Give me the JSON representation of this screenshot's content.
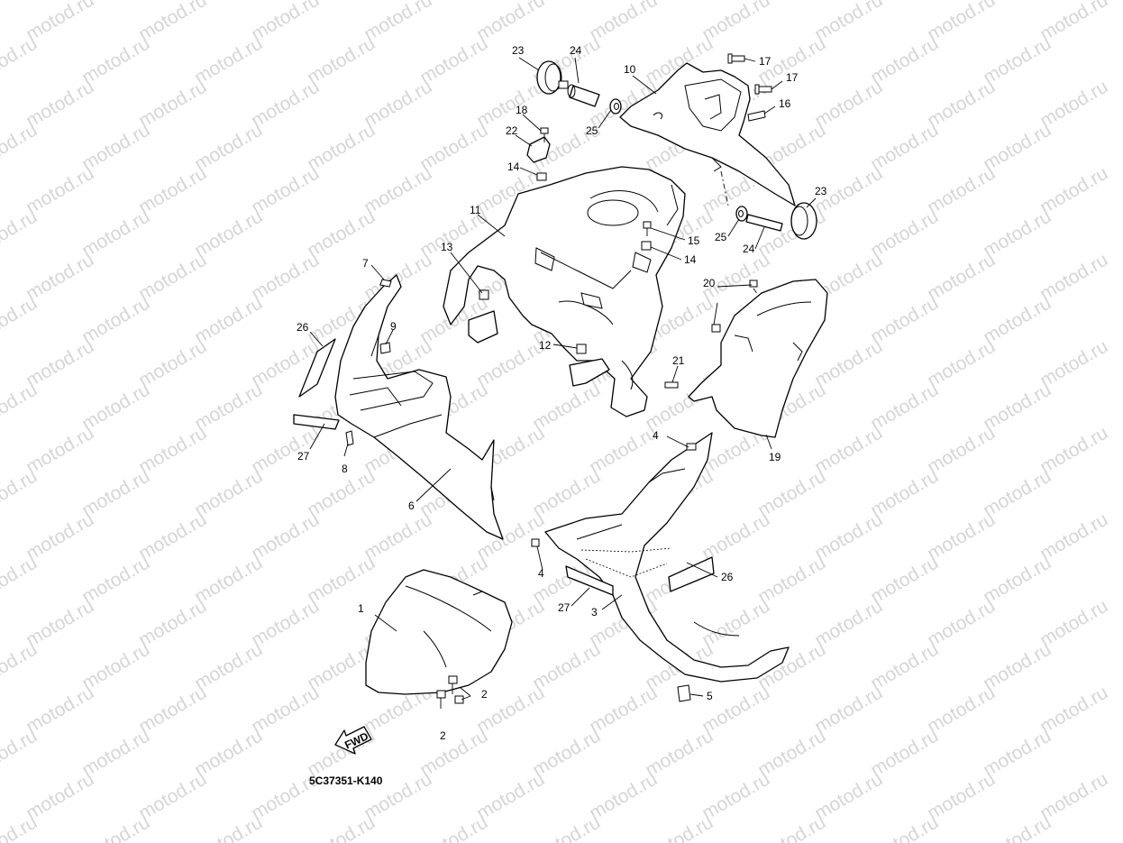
{
  "watermark": {
    "text": "motod.ru",
    "color": "#d6d6d6"
  },
  "diagram_code": "5C37351-K140",
  "direction_badge": "FWD",
  "callouts": {
    "c1": "1",
    "c2a": "2",
    "c2b": "2",
    "c3": "3",
    "c4a": "4",
    "c4b": "4",
    "c5": "5",
    "c6": "6",
    "c7": "7",
    "c8": "8",
    "c9": "9",
    "c10": "10",
    "c11": "11",
    "c12": "12",
    "c13": "13",
    "c14a": "14",
    "c14b": "14",
    "c15": "15",
    "c16": "16",
    "c17a": "17",
    "c17b": "17",
    "c18": "18",
    "c19": "19",
    "c20": "20",
    "c21": "21",
    "c22": "22",
    "c23a": "23",
    "c23b": "23",
    "c24a": "24",
    "c24b": "24",
    "c25a": "25",
    "c25b": "25",
    "c26a": "26",
    "c26b": "26",
    "c27a": "27",
    "c27b": "27"
  }
}
